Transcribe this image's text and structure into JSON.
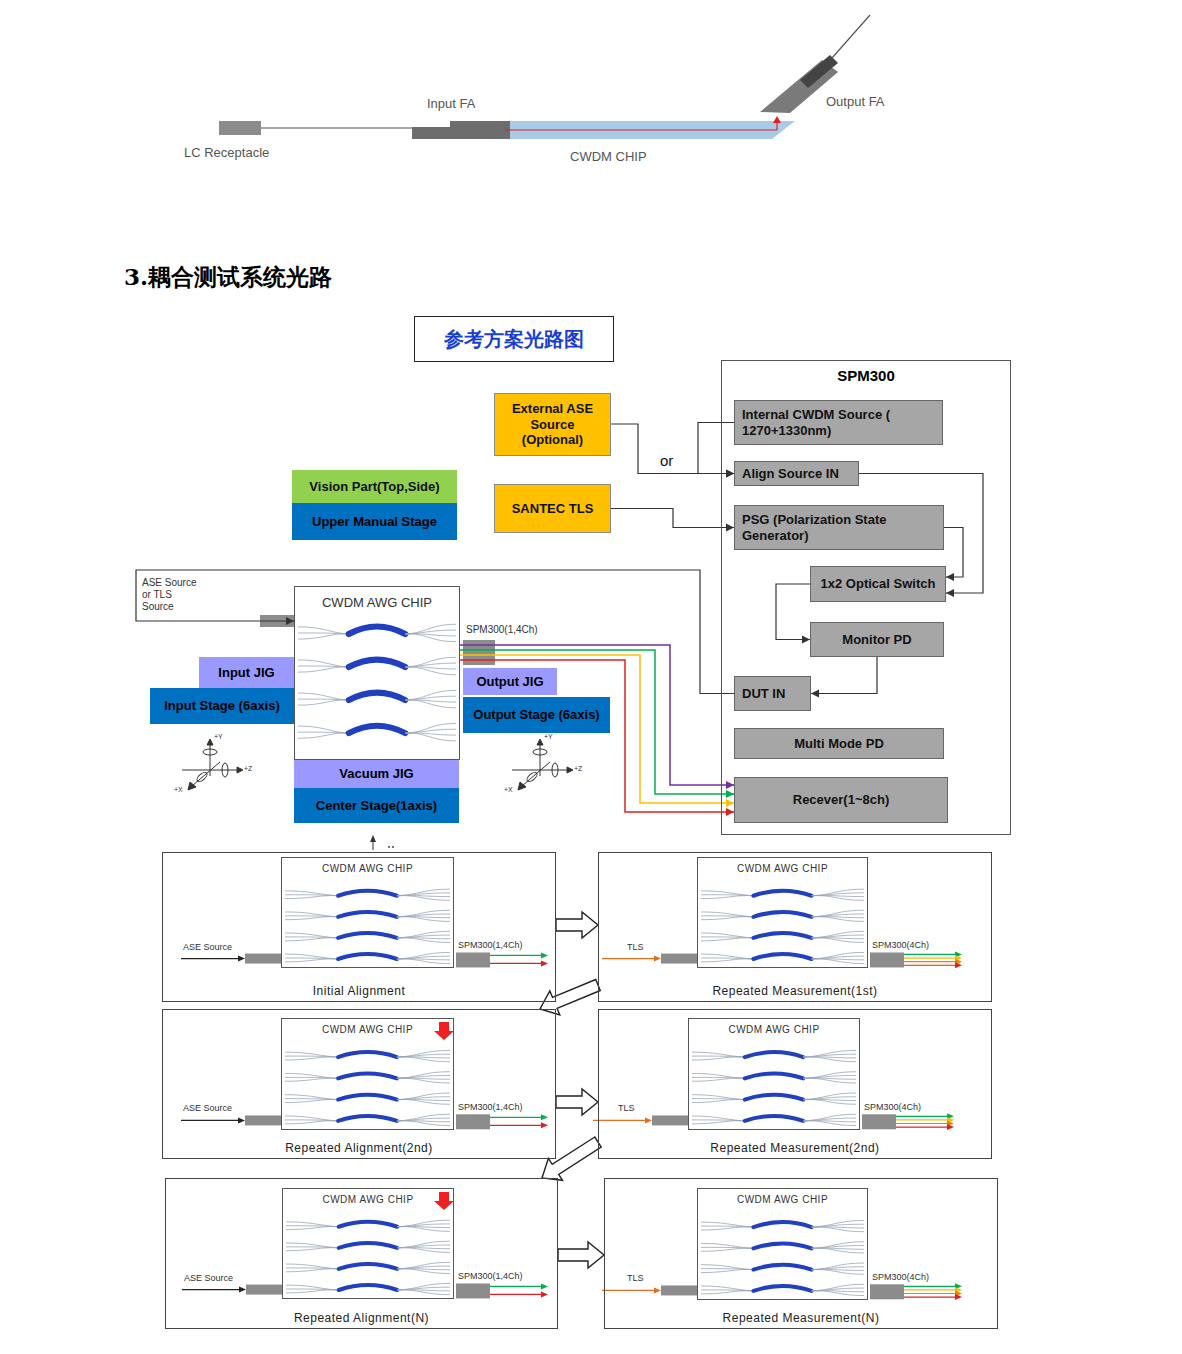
{
  "diagram": {
    "title": "3.耦合测试系统光路",
    "nodes": [
      {
        "text": [
          "参考方案光路图"
        ]
      },
      {
        "text": [
          "SPM300"
        ]
      },
      {
        "text": [
          "External ASE Source (Optional)"
        ]
      },
      {
        "text": [
          "Internal CWDM Source ( 1270+1330nm)"
        ],
        "in": 1
      },
      {
        "text": [
          "Align Source IN"
        ],
        "in": 1
      },
      {
        "text": [
          "Vision Part(Top,Side)"
        ]
      },
      {
        "text": [
          "Upper Manual Stage"
        ]
      },
      {
        "text": [
          "SANTEC TLS"
        ]
      },
      {
        "text": [
          "PSG (Polarization State Generator)"
        ],
        "in": 1
      },
      {
        "text": [
          "1x2 Optical Switch"
        ],
        "in": 1
      },
      {
        "text": [
          "Monitor PD"
        ],
        "in": 1
      },
      {
        "text": [
          "CWDM AWG CHIP"
        ]
      },
      {
        "text": [
          "Input JIG"
        ]
      },
      {
        "text": [
          "Input Stage (6axis)"
        ]
      },
      {
        "text": [
          "Output JIG"
        ]
      },
      {
        "text": [
          "Output Stage (6axis)"
        ]
      },
      {
        "text": [
          "DUT IN"
        ],
        "in": 1
      },
      {
        "text": [
          "Multi Mode PD"
        ],
        "in": 1
      },
      {
        "text": [
          "Vacuum JIG"
        ]
      },
      {
        "text": [
          "Center Stage(1axis)"
        ]
      },
      {
        "text": [
          "Recever(1~8ch)"
        ],
        "in": 1
      },
      {
        "text": [
          "Initial Alignment"
        ]
      },
      {
        "text": [
          "CWDM AWG CHIP"
        ],
        "in": 21
      },
      {
        "text": [
          "Repeated Measurement(1st)"
        ]
      },
      {
        "text": [
          "CWDM AWG CHIP"
        ],
        "in": 23
      },
      {
        "text": [
          "Repeated Alignment(2nd)"
        ]
      },
      {
        "text": [
          "CWDM AWG CHIP"
        ],
        "in": 25
      },
      {
        "text": [
          "Repeated Measurement(2nd)"
        ]
      },
      {
        "text": [
          "CWDM AWG CHIP"
        ],
        "in": 27
      },
      {
        "text": [
          "Repeated Alignment(N)"
        ]
      },
      {
        "text": [
          "CWDM AWG CHIP"
        ],
        "in": 29
      },
      {
        "text": [
          "Repeated Measurement(N)"
        ]
      },
      {
        "text": [
          "CWDM AWG CHIP"
        ],
        "in": 31
      }
    ],
    "edges": [
      {
        "from": 2,
        "to": 4,
        "arrow": "to",
        "label": "or"
      },
      {
        "from": 3,
        "to": 4,
        "arrow": "to"
      },
      {
        "from": 7,
        "to": 8,
        "arrow": "to"
      },
      {
        "from": 4,
        "to": 9,
        "arrow": "to"
      },
      {
        "from": 8,
        "to": 9,
        "arrow": "to"
      },
      {
        "from": 9,
        "to": 10,
        "arrow": "to"
      },
      {
        "from": 10,
        "to": 16,
        "arrow": "to"
      },
      {
        "from": 16,
        "to": 11,
        "arrow": "to"
      },
      {
        "from": 11,
        "to": 20,
        "arrow": "to"
      },
      {
        "from": 11,
        "to": 20,
        "arrow": "to"
      },
      {
        "from": 11,
        "to": 20,
        "arrow": "to"
      },
      {
        "from": 11,
        "to": 20,
        "arrow": "to"
      },
      {
        "from": 21,
        "to": 23,
        "arrow": "to"
      },
      {
        "from": 23,
        "to": 25,
        "arrow": "to"
      },
      {
        "from": 25,
        "to": 27,
        "arrow": "to"
      },
      {
        "from": 27,
        "to": 29,
        "arrow": "to"
      },
      {
        "from": 29,
        "to": 31,
        "arrow": "to"
      }
    ],
    "labels": [
      "LC Receptacle",
      "Input FA",
      "CWDM CHIP",
      "Output FA",
      "ASE Source or TLS Source",
      "SPM300(1,4Ch)",
      "+Y",
      "+Z",
      "+X",
      "+Y",
      "+Z",
      "+X",
      "ASE Source",
      "SPM300(1,4Ch)",
      "TLS",
      "SPM300(4Ch)",
      "ASE Source",
      "SPM300(1,4Ch)",
      "TLS",
      "SPM300(4Ch)",
      "ASE Source",
      "SPM300(1,4Ch)",
      "TLS",
      "SPM300(4Ch)"
    ]
  }
}
